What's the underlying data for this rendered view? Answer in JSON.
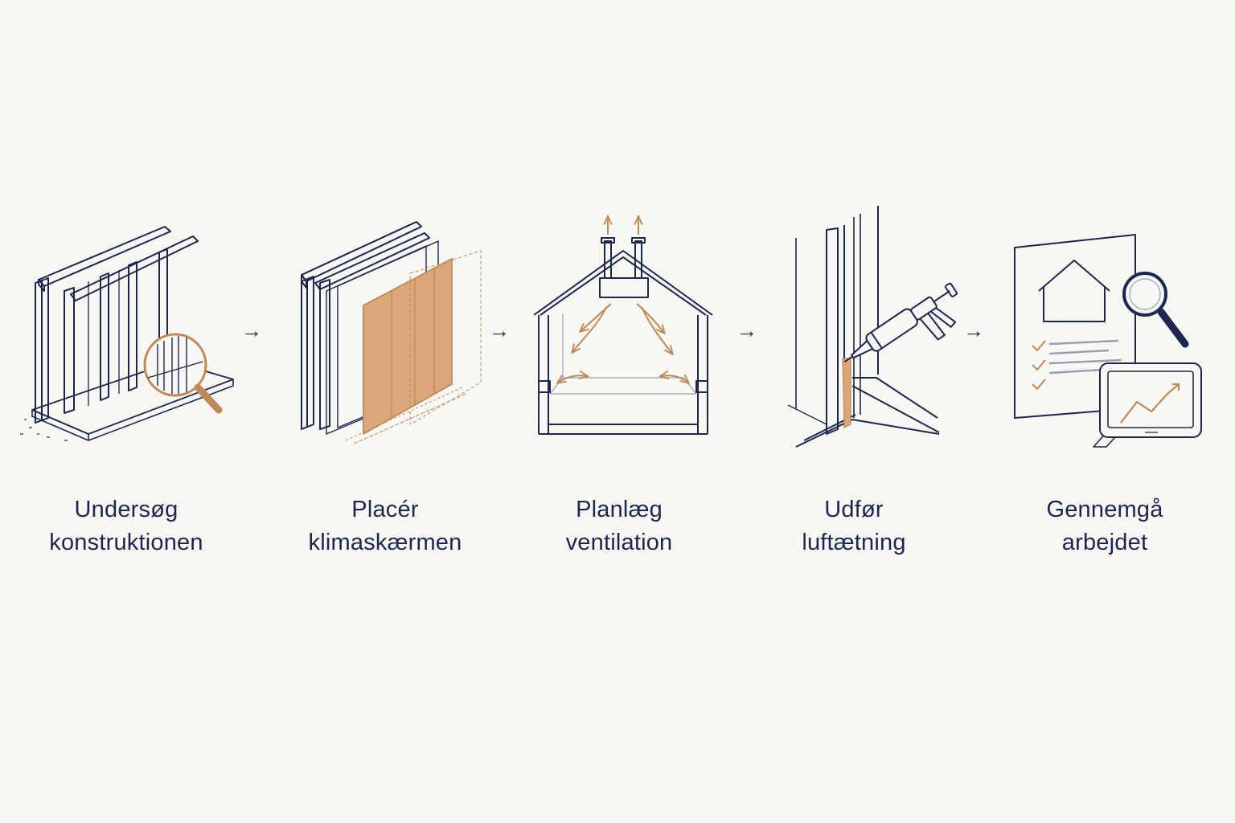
{
  "colors": {
    "background": "#f8f7f4",
    "line": "#1b2750",
    "accent": "#c08a58",
    "accent_fill": "#d9a77a"
  },
  "arrow_glyph": "→",
  "steps": [
    {
      "icon": "wall-frame-magnifier-icon",
      "line1": "Undersøg",
      "line2": "konstruktionen"
    },
    {
      "icon": "vapor-barrier-icon",
      "line1": "Placér",
      "line2": "klimaskærmen"
    },
    {
      "icon": "house-ventilation-icon",
      "line1": "Planlæg",
      "line2": "ventilation"
    },
    {
      "icon": "caulk-gun-sealing-icon",
      "line1": "Udfør",
      "line2": "luftætning"
    },
    {
      "icon": "report-review-icon",
      "line1": "Gennemgå",
      "line2": "arbejdet"
    }
  ]
}
